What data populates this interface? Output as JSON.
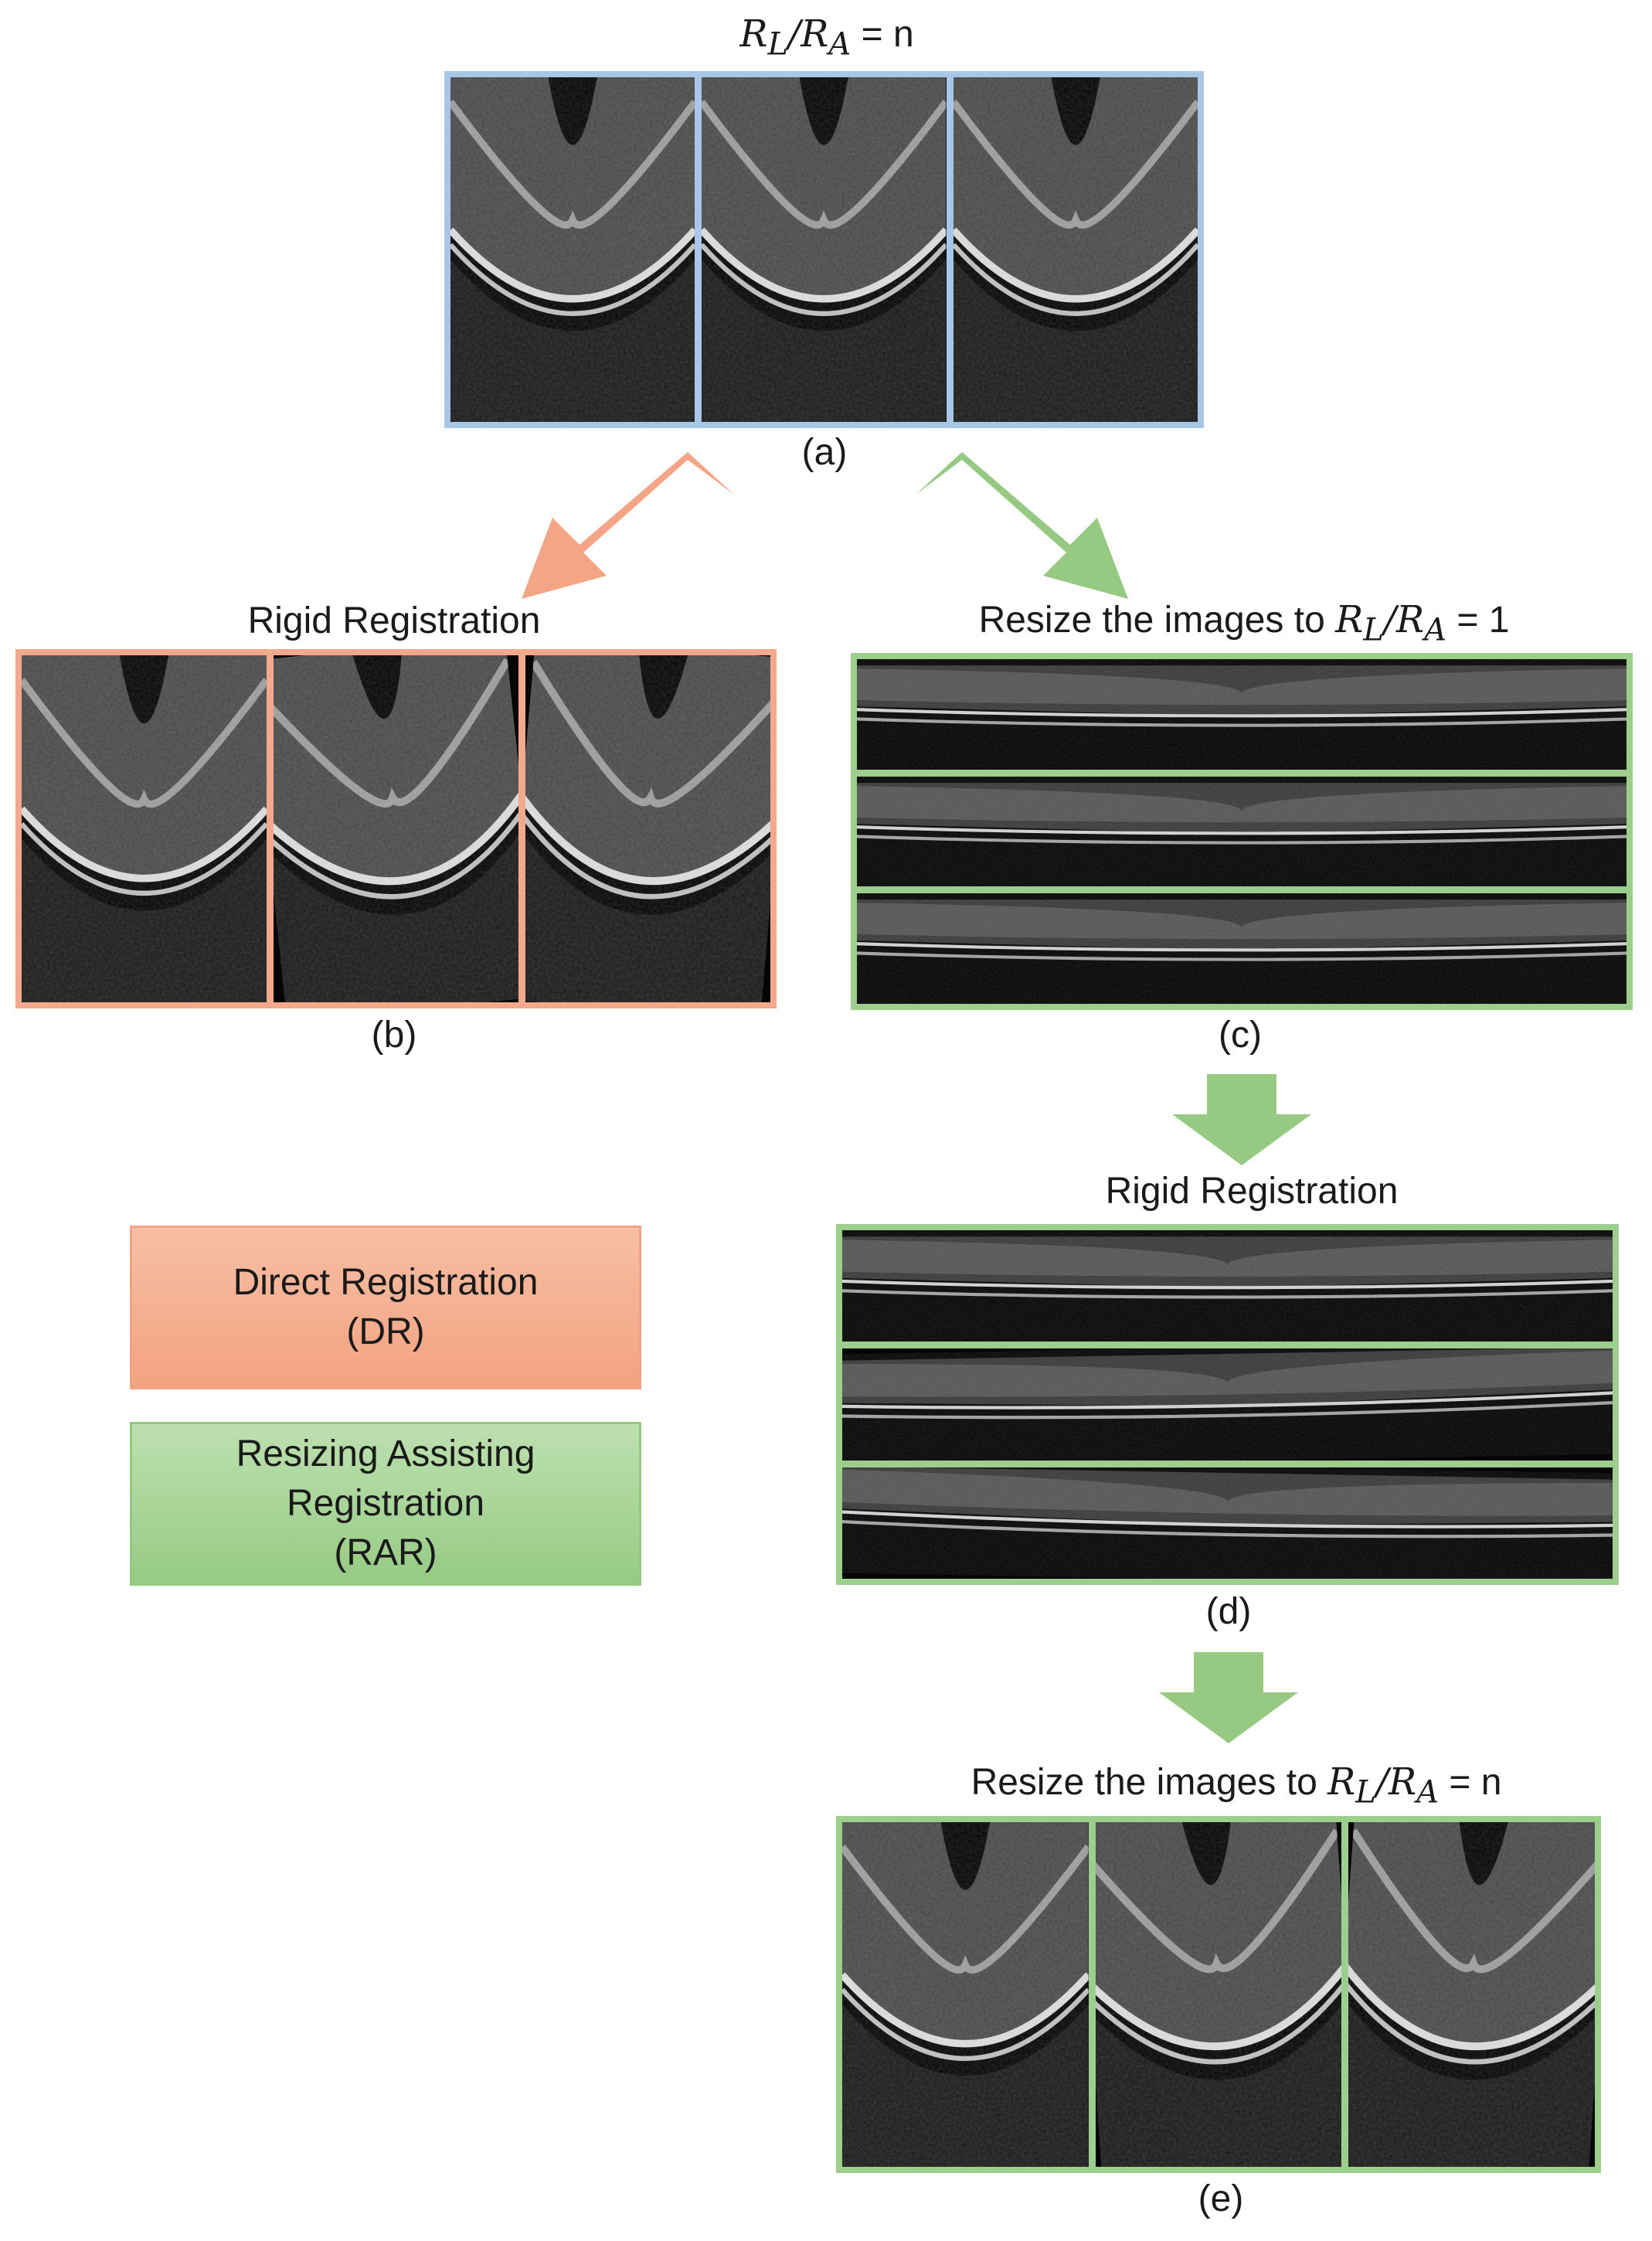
{
  "panel_a": {
    "ratio_left": "R",
    "ratio_left_sub": "L",
    "ratio_slash": "/",
    "ratio_right": "R",
    "ratio_right_sub": "A",
    "ratio_value": "= n",
    "caption": "(a)"
  },
  "panel_b": {
    "title": "Rigid Registration",
    "caption": "(b)"
  },
  "panel_c": {
    "title_text": "Resize the images to",
    "ratio_left": "R",
    "ratio_left_sub": "L",
    "ratio_slash": "/",
    "ratio_right": "R",
    "ratio_right_sub": "A",
    "ratio_value": "= 1",
    "caption": "(c)"
  },
  "panel_d": {
    "title": "Rigid Registration",
    "caption": "(d)"
  },
  "panel_e": {
    "title_text": "Resize the images to",
    "ratio_left": "R",
    "ratio_left_sub": "L",
    "ratio_slash": "/",
    "ratio_right": "R",
    "ratio_right_sub": "A",
    "ratio_value": "= n",
    "caption": "(e)"
  },
  "legend": {
    "dr": {
      "line1": "Direct Registration",
      "line2": "(DR)",
      "color": "#f3a98c"
    },
    "rar": {
      "line1": "Resizing Assisting",
      "line2": "Registration",
      "line3": "(RAR)",
      "color": "#9ccf8c"
    }
  },
  "colors": {
    "input_frame": "#a8c6e6",
    "dr_frame": "#f3a98c",
    "rar_frame": "#9ccf8c",
    "dr_arrow": "#f4a585",
    "rar_arrow": "#96c982"
  }
}
